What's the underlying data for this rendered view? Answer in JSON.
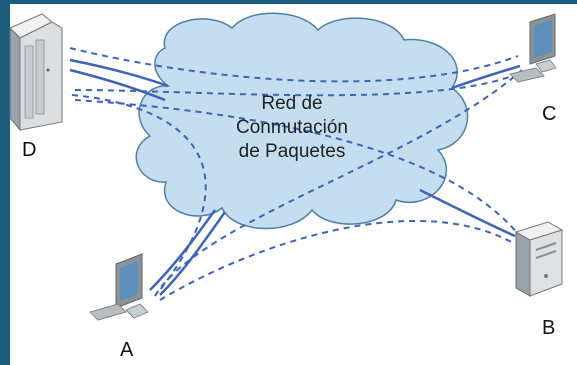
{
  "cloud": {
    "line1": "Red de",
    "line2": "Conmutación",
    "line3": "de Paquetes"
  },
  "nodes": {
    "a": "A",
    "b": "B",
    "c": "C",
    "d": "D"
  },
  "colors": {
    "border": "#1c5a7a",
    "cloud_fill": "#c5deef",
    "cloud_stroke": "#4f7fa7",
    "link": "#3e64b8"
  }
}
